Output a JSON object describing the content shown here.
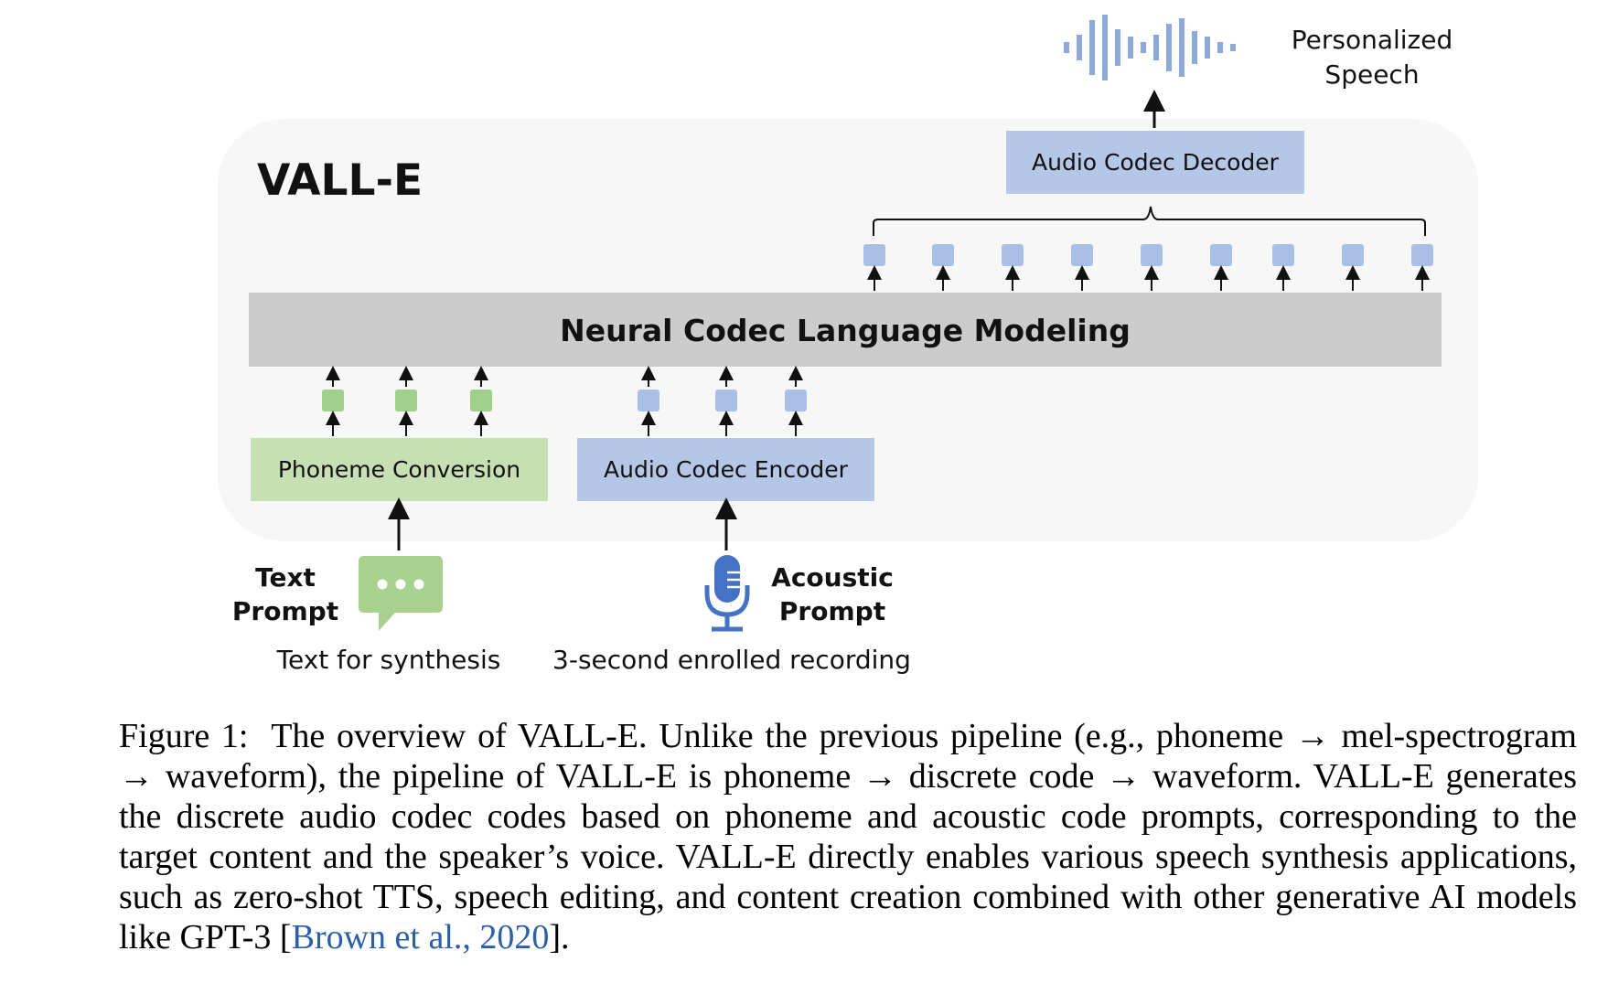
{
  "diagram": {
    "system_title": "VALL-E",
    "model_block": "Neural Codec Language Modeling",
    "decoder_block": "Audio Codec Decoder",
    "phoneme_block": "Phoneme Conversion",
    "encoder_block": "Audio Codec Encoder",
    "output_label_line1": "Personalized",
    "output_label_line2": "Speech",
    "text_prompt_line1": "Text",
    "text_prompt_line2": "Prompt",
    "acoustic_prompt_line1": "Acoustic",
    "acoustic_prompt_line2": "Prompt",
    "text_input_desc": "Text for synthesis",
    "audio_input_desc": "3-second enrolled recording",
    "colors": {
      "container_bg": "#f7f7f7",
      "model_gray": "#cccccc",
      "green": "#c6e0b4",
      "green_token": "#9fcf88",
      "blue": "#b4c7e7",
      "blue_token": "#aabfe6",
      "icon_blue": "#4472c4",
      "icon_green": "#a9d18e"
    }
  },
  "caption": {
    "label": "Figure 1:",
    "body": "The overview of VALL-E. Unlike the previous pipeline (e.g., phoneme → mel-spectrogram → waveform), the pipeline of VALL-E is phoneme → discrete code → waveform. VALL-E generates the discrete audio codec codes based on phoneme and acoustic code prompts, corresponding to the target content and the speaker’s voice. VALL-E directly enables various speech synthesis applications, such as zero-shot TTS, speech editing, and content creation combined with other generative AI models like GPT-3 [",
    "citation": "Brown et al., 2020",
    "end": "]."
  }
}
